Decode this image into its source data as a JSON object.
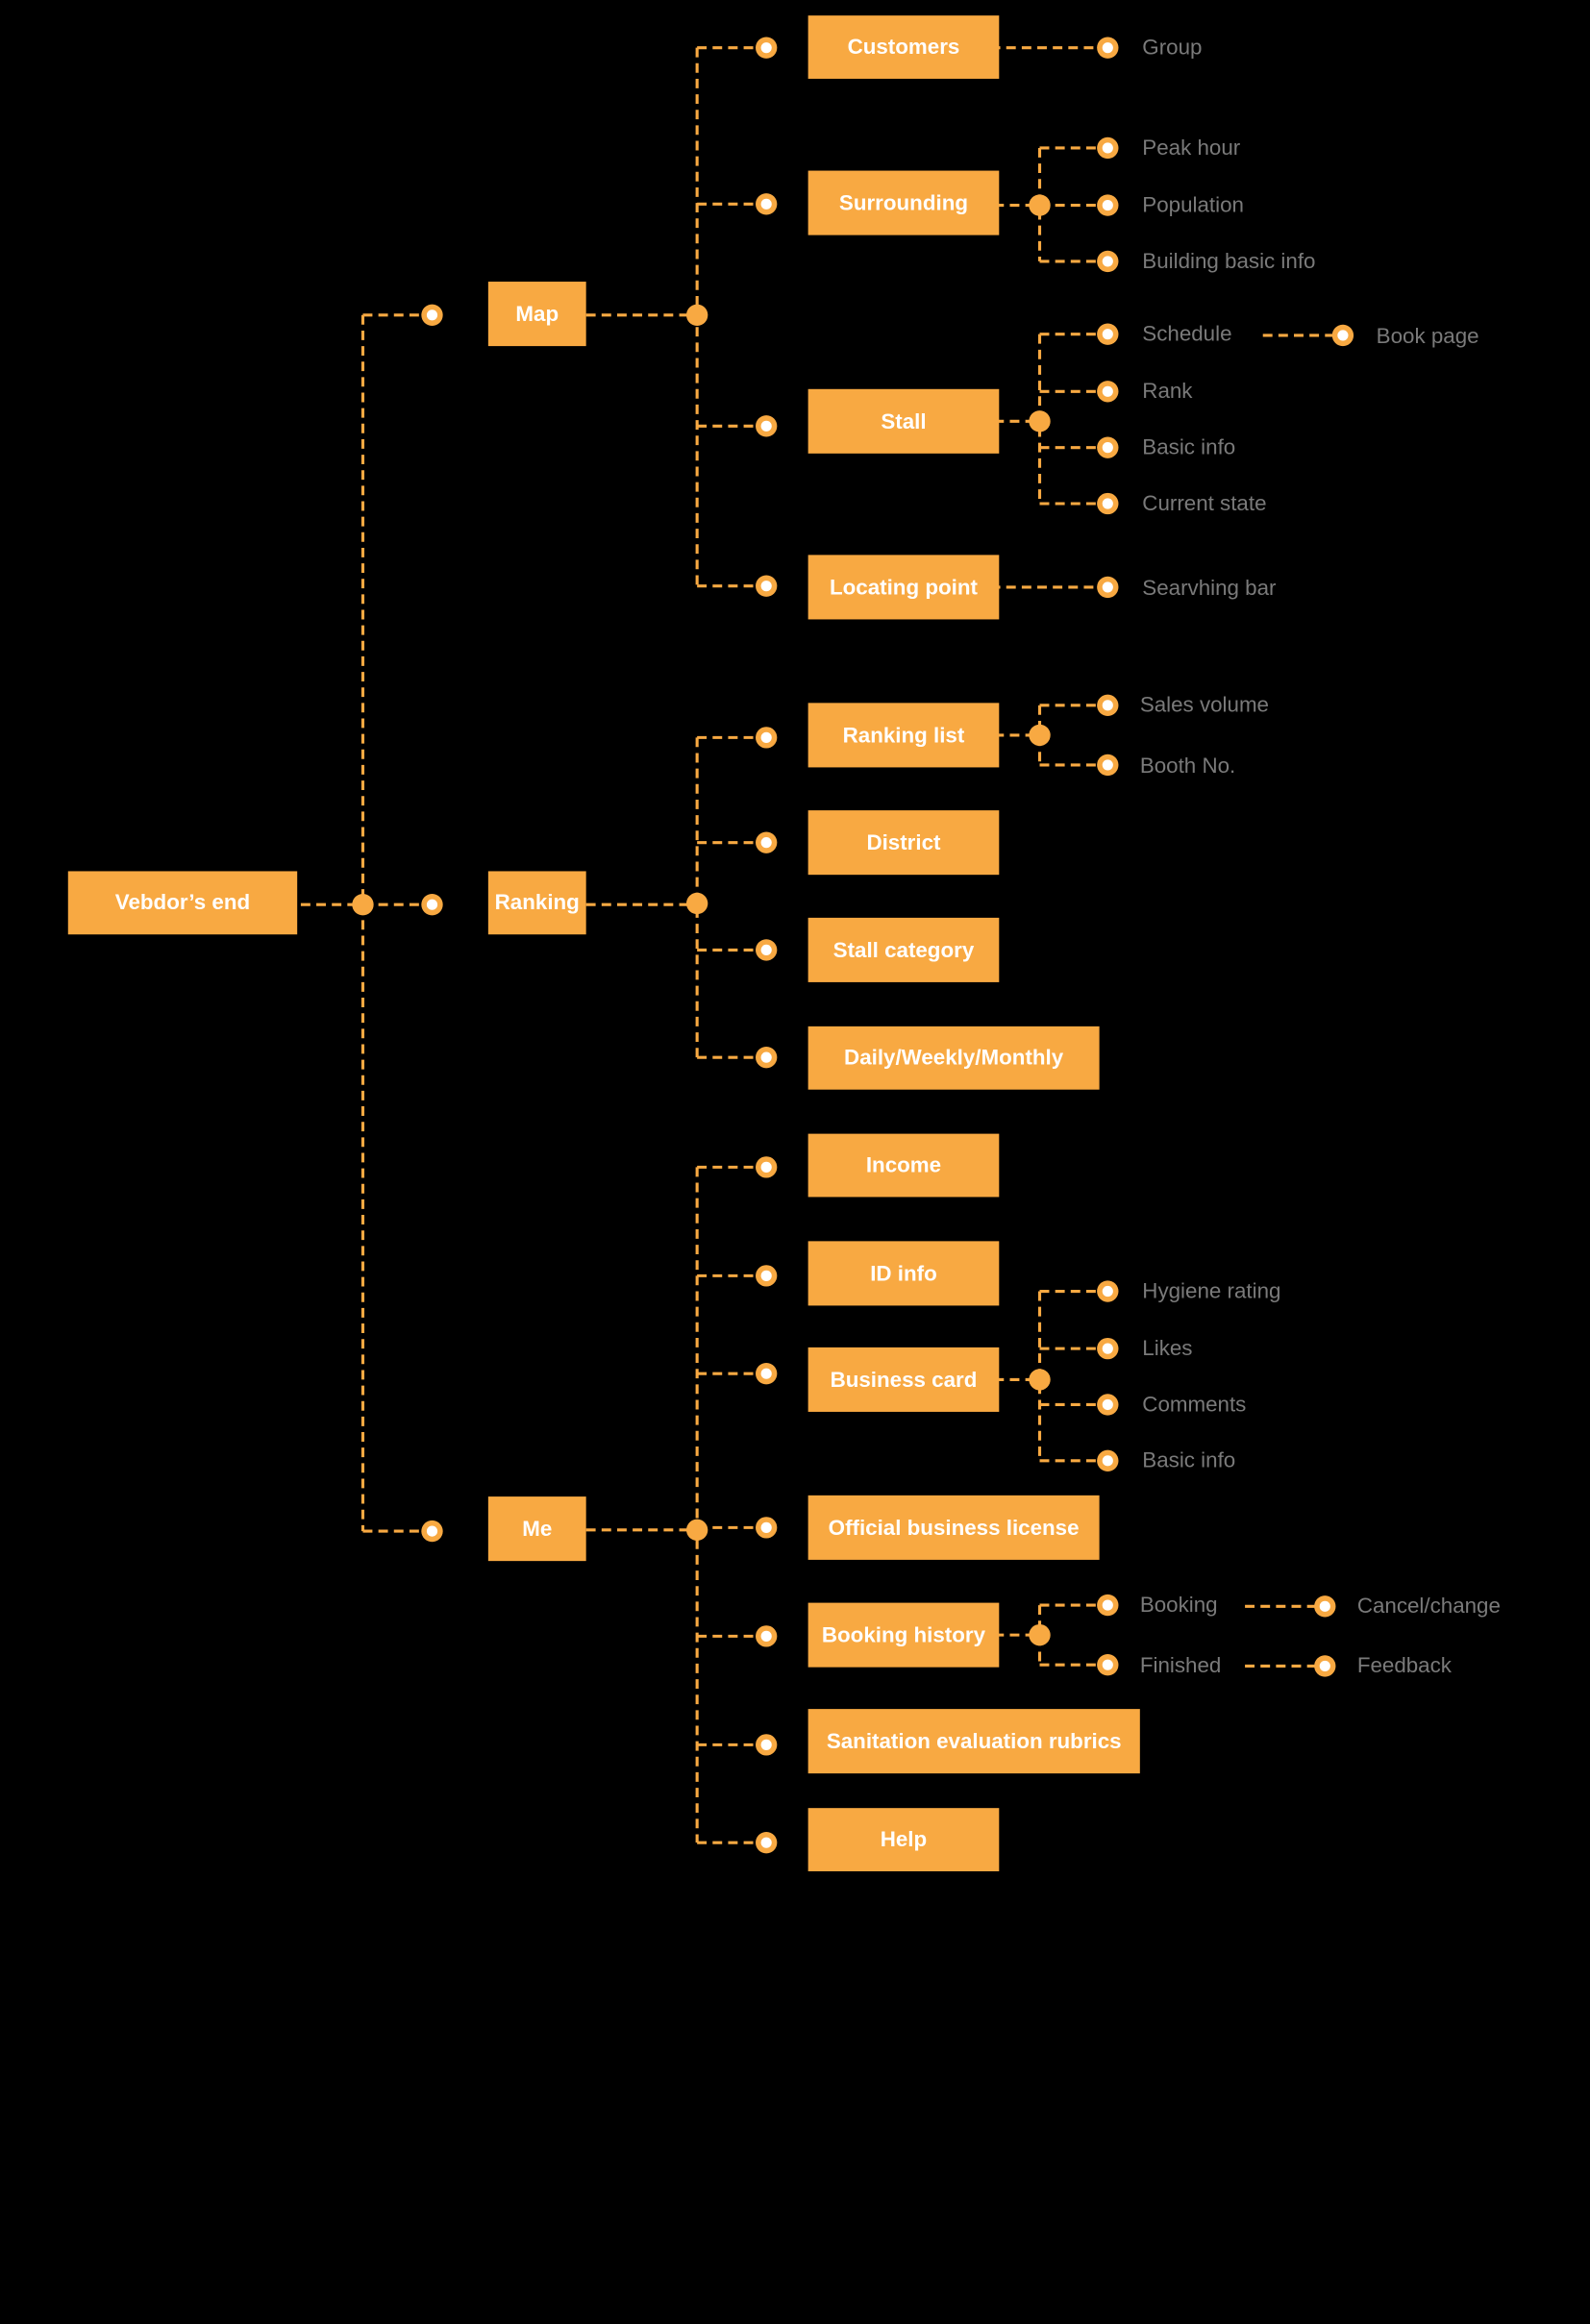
{
  "colors": {
    "background": "#000000",
    "accent": "#f8a942",
    "box_text": "#ffffff",
    "leaf_text": "#7a7a7a",
    "dot_core": "#ffffff"
  },
  "root": {
    "label": "Vebdor’s end"
  },
  "level1": {
    "map": {
      "label": "Map"
    },
    "ranking": {
      "label": "Ranking"
    },
    "me": {
      "label": "Me"
    }
  },
  "map": {
    "customers": {
      "label": "Customers",
      "children": [
        "Group"
      ]
    },
    "surrounding": {
      "label": "Surrounding",
      "children": [
        "Peak hour",
        "Population",
        "Building basic info"
      ]
    },
    "stall": {
      "label": "Stall",
      "children": [
        "Schedule",
        "Rank",
        "Basic info",
        "Current state"
      ],
      "schedule_child": "Book page"
    },
    "locating_point": {
      "label": "Locating point",
      "children": [
        "Searvhing bar"
      ]
    }
  },
  "ranking": {
    "ranking_list": {
      "label": "Ranking list",
      "children": [
        "Sales volume",
        "Booth No."
      ]
    },
    "district": {
      "label": "District"
    },
    "stall_category": {
      "label": "Stall category"
    },
    "period": {
      "label": "Daily/Weekly/Monthly"
    }
  },
  "me": {
    "income": {
      "label": "Income"
    },
    "id_info": {
      "label": "ID info"
    },
    "business_card": {
      "label": "Business card",
      "children": [
        "Hygiene rating",
        "Likes",
        "Comments",
        "Basic info"
      ]
    },
    "license": {
      "label": "Official business license"
    },
    "booking_history": {
      "label": "Booking history",
      "children": [
        "Booking",
        "Finished"
      ],
      "booking_child": "Cancel/change",
      "finished_child": "Feedback"
    },
    "rubrics": {
      "label": "Sanitation evaluation rubrics"
    },
    "help": {
      "label": "Help"
    }
  }
}
